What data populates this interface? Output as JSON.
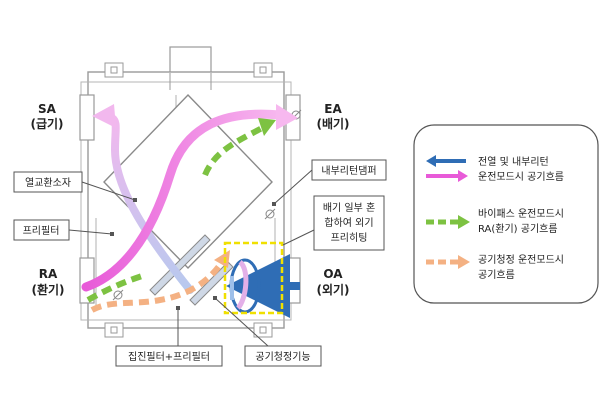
{
  "ports": {
    "sa": {
      "line1": "SA",
      "line2": "(급기)"
    },
    "ea": {
      "line1": "EA",
      "line2": "(배기)"
    },
    "ra": {
      "line1": "RA",
      "line2": "(환기)"
    },
    "oa": {
      "line1": "OA",
      "line2": "(외기)"
    }
  },
  "callouts": {
    "heat_exchanger": "열교환소자",
    "prefilter": "프리필터",
    "bypass_damper": "내부리턴댐퍼",
    "preheat_line1": "배기 일부 혼",
    "preheat_line2": "합하여 외기",
    "preheat_line3": "프리히팅",
    "dust_filter": "집진필터+프리필터",
    "air_clean": "공기청정기능"
  },
  "legend": {
    "item1_line1": "전열 및 내부리턴",
    "item1_line2": "운전모드시 공기흐름",
    "item2_line1": "바이패스 운전모드시",
    "item2_line2": "RA(환기) 공기흐름",
    "item3_line1": "공기청정 운전모드시",
    "item3_line2": "공기흐름"
  },
  "colors": {
    "blue_arrow": "#2f6db5",
    "pink_arrow": "#e85ad8",
    "green_arrow": "#7dc242",
    "orange_arrow": "#f4b183",
    "highlight_box": "#f0e000"
  }
}
